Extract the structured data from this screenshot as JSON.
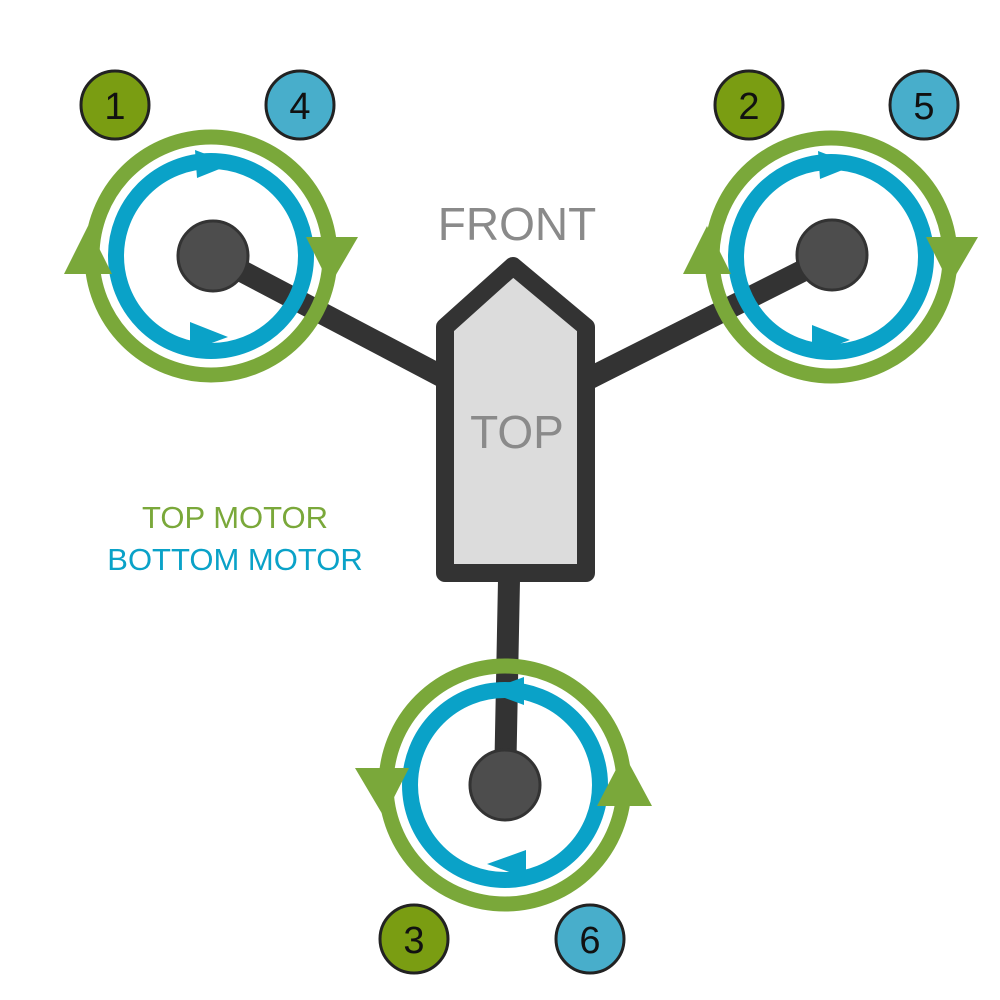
{
  "labels": {
    "front": "FRONT",
    "top": "TOP"
  },
  "legend": {
    "top_motor": "TOP MOTOR",
    "bottom_motor": "BOTTOM MOTOR"
  },
  "motor_numbers": [
    "1",
    "2",
    "3",
    "4",
    "5",
    "6"
  ],
  "colors": {
    "top_motor": "#7aa83a",
    "bottom_motor": "#0aa2c8",
    "badge_top": "#7a9d12",
    "badge_bottom": "#48aecb",
    "frame": "#333333",
    "hub": "#4d4d4d",
    "body_fill": "#dcdcdc",
    "label": "#8a8a8a"
  }
}
